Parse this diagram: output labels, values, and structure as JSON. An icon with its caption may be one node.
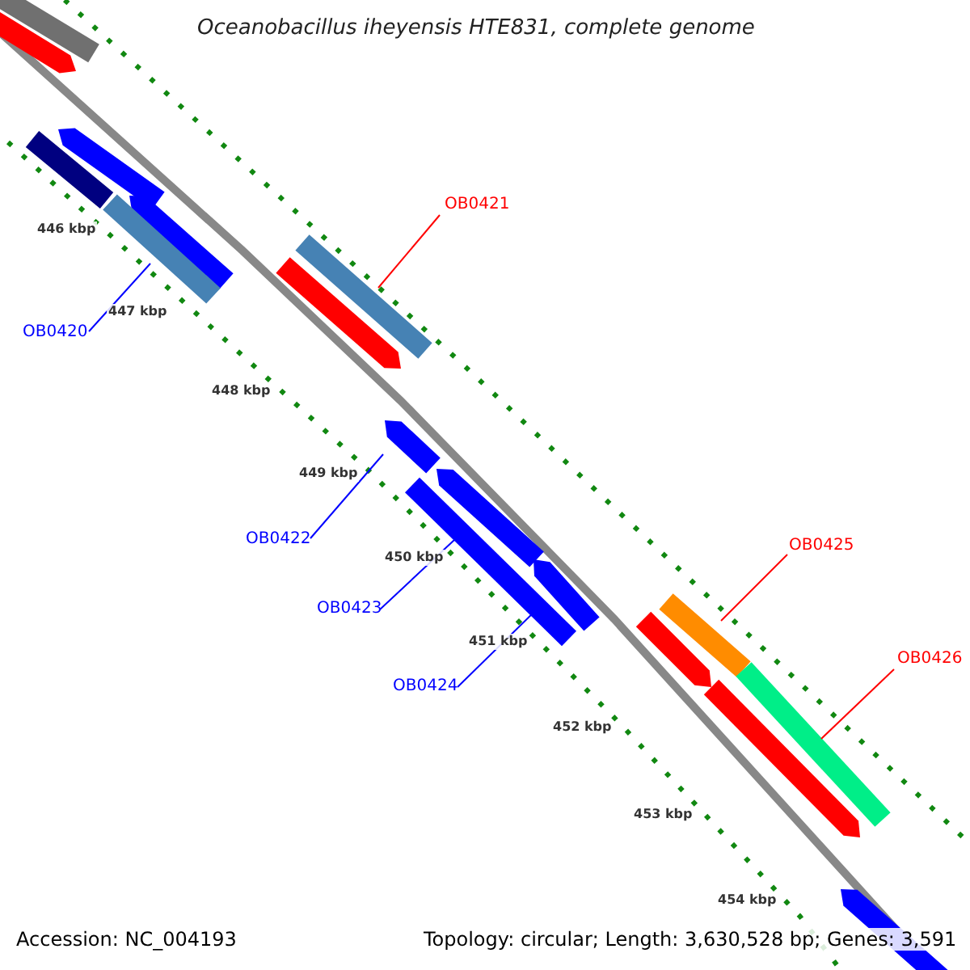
{
  "diagram": {
    "title": "Oceanobacillus iheyensis HTE831, complete genome",
    "nodes": [
      {
        "text": [
          "OB0421"
        ]
      },
      {
        "text": [],
        "shape": "bar"
      },
      {
        "text": [
          "OB0420"
        ]
      },
      {
        "text": [],
        "shape": "bar"
      },
      {
        "text": [
          "OB0422"
        ]
      },
      {
        "text": [],
        "shape": "bar"
      },
      {
        "text": [
          "OB0425"
        ]
      },
      {
        "text": [],
        "shape": "bar"
      },
      {
        "text": [
          "OB0423"
        ]
      },
      {
        "text": [],
        "shape": "bar"
      },
      {
        "text": [
          "OB0426"
        ]
      },
      {
        "text": [],
        "shape": "bar"
      },
      {
        "text": [
          "OB0424"
        ]
      },
      {
        "text": [],
        "shape": "bar"
      }
    ],
    "edges": [
      {
        "from": 0,
        "to": 1,
        "arrow": "none",
        "color": "#ff0000"
      },
      {
        "from": 2,
        "to": 3,
        "arrow": "none"
      },
      {
        "from": 4,
        "to": 5,
        "arrow": "none"
      },
      {
        "from": 6,
        "to": 7,
        "arrow": "none",
        "color": "#ff0000"
      },
      {
        "from": 8,
        "to": 9,
        "arrow": "none"
      },
      {
        "from": 10,
        "to": 11,
        "arrow": "none",
        "color": "#ff0000"
      },
      {
        "from": 12,
        "to": 13,
        "arrow": "none"
      }
    ],
    "labels": [
      "446 kbp",
      "447 kbp",
      "448 kbp",
      "449 kbp",
      "450 kbp",
      "451 kbp",
      "452 kbp",
      "453 kbp",
      "454 kbp",
      "Accession: NC_004193",
      "Topology: circular; Length: 3,630,528 bp; Genes: 3,591"
    ]
  }
}
